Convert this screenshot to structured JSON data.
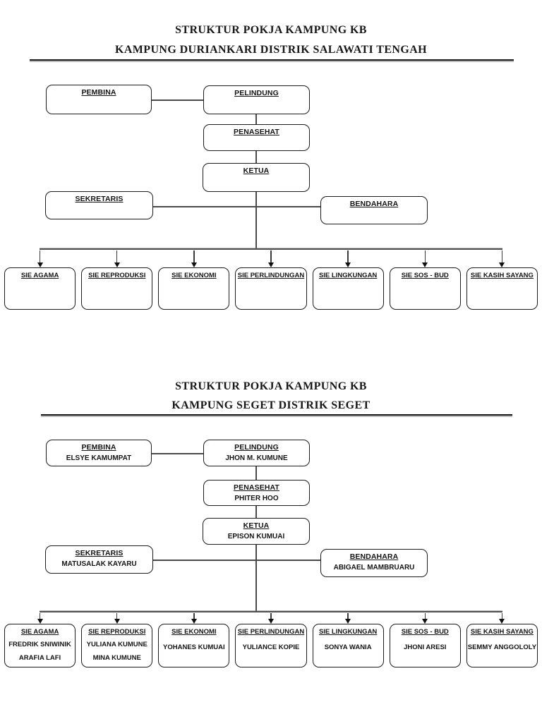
{
  "colors": {
    "background": "#ffffff",
    "box_border": "#1c1c1c",
    "connector_line": "#4a4a4a",
    "text": "#141414"
  },
  "charts": [
    {
      "title_line1": "STRUKTUR POKJA KAMPUNG KB",
      "title_line2": "KAMPUNG DURIANKARI DISTRIK SALAWATI TENGAH",
      "boxes": {
        "pembina": {
          "title": "PEMBINA",
          "name": ""
        },
        "pelindung": {
          "title": "PELINDUNG",
          "name": ""
        },
        "penasehat": {
          "title": "PENASEHAT",
          "name": ""
        },
        "ketua": {
          "title": "KETUA",
          "name": ""
        },
        "sekretaris": {
          "title": "SEKRETARIS",
          "name": ""
        },
        "bendahara": {
          "title": "BENDAHARA",
          "name": ""
        }
      },
      "sie": [
        {
          "title": "SIE AGAMA"
        },
        {
          "title": "SIE REPRODUKSI"
        },
        {
          "title": "SIE EKONOMI"
        },
        {
          "title": "SIE PERLINDUNGAN"
        },
        {
          "title": "SIE LINGKUNGAN"
        },
        {
          "title": "SIE SOS - BUD"
        },
        {
          "title": "SIE KASIH SAYANG"
        }
      ]
    },
    {
      "title_line1": "STRUKTUR POKJA KAMPUNG KB",
      "title_line2": "KAMPUNG SEGET DISTRIK SEGET",
      "boxes": {
        "pembina": {
          "title": "PEMBINA",
          "name": "ELSYE KAMUMPAT"
        },
        "pelindung": {
          "title": "PELINDUNG",
          "name": "JHON M. KUMUNE"
        },
        "penasehat": {
          "title": "PENASEHAT",
          "name": "PHITER HOO"
        },
        "ketua": {
          "title": "KETUA",
          "name": "EPISON KUMUAI"
        },
        "sekretaris": {
          "title": "SEKRETARIS",
          "name": "MATUSALAK KAYARU"
        },
        "bendahara": {
          "title": "BENDAHARA",
          "name": "ABIGAEL MAMBRUARU"
        }
      },
      "sie": [
        {
          "title": "SIE AGAMA",
          "name1": "FREDRIK SNIWINIK",
          "name2": "ARAFIA LAFI"
        },
        {
          "title": "SIE REPRODUKSI",
          "name1": "YULIANA KUMUNE",
          "name2": "MINA KUMUNE"
        },
        {
          "title": "SIE EKONOMI",
          "name1": "YOHANES KUMUAI"
        },
        {
          "title": "SIE PERLINDUNGAN",
          "name1": "YULIANCE KOPIE"
        },
        {
          "title": "SIE LINGKUNGAN",
          "name1": "SONYA WANIA"
        },
        {
          "title": "SIE SOS - BUD",
          "name1": "JHONI ARESI"
        },
        {
          "title": "SIE KASIH SAYANG",
          "name1": "SEMMY ANGGOLOLY"
        }
      ]
    }
  ]
}
